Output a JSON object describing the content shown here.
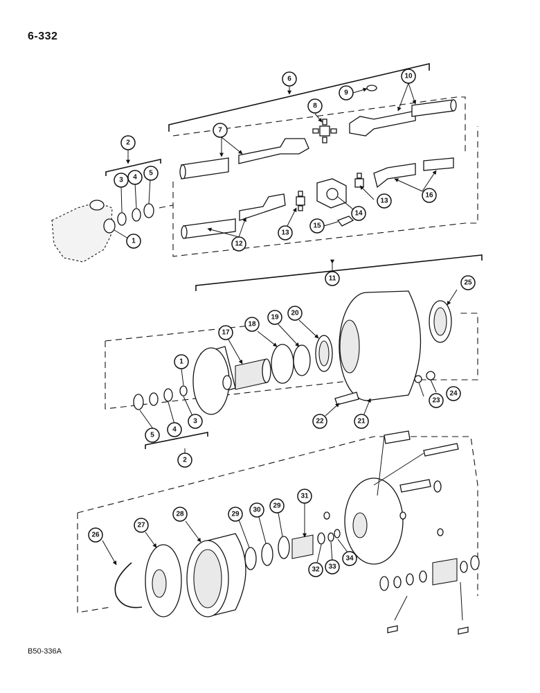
{
  "page_number": "6-332",
  "figure_code": "B50-336A",
  "callouts": [
    "1",
    "2",
    "3",
    "4",
    "5",
    "6",
    "7",
    "8",
    "9",
    "10",
    "11",
    "12",
    "13",
    "14",
    "15",
    "16",
    "17",
    "18",
    "19",
    "20",
    "21",
    "22",
    "23",
    "24",
    "25",
    "26",
    "27",
    "28",
    "29",
    "30",
    "31",
    "32",
    "33",
    "34"
  ]
}
